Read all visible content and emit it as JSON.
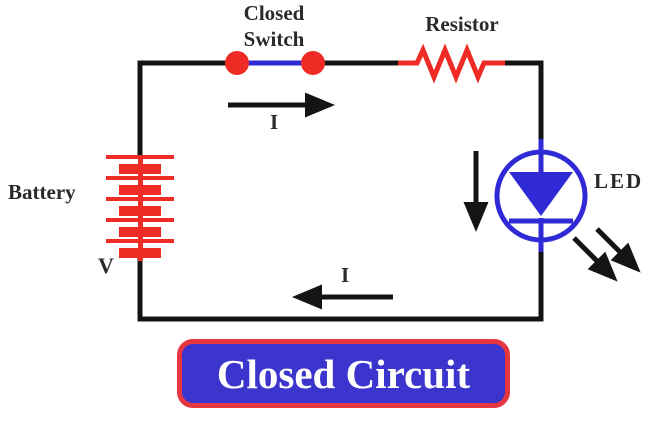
{
  "labels": {
    "switch": "Closed Switch",
    "resistor": "Resistor",
    "battery": "Battery",
    "battery_voltage": "V",
    "led": "LED",
    "current_top": "I",
    "current_bottom": "I"
  },
  "banner": {
    "text": "Closed Circuit"
  },
  "colors": {
    "bg": "#ffffff",
    "wire": "#141414",
    "red": "#ee2b24",
    "blue": "#2f2ad6",
    "label": "#2a2a2a",
    "banner_fill": "#3b35ce",
    "banner_border": "#e63740",
    "banner_text": "#ffffff"
  }
}
